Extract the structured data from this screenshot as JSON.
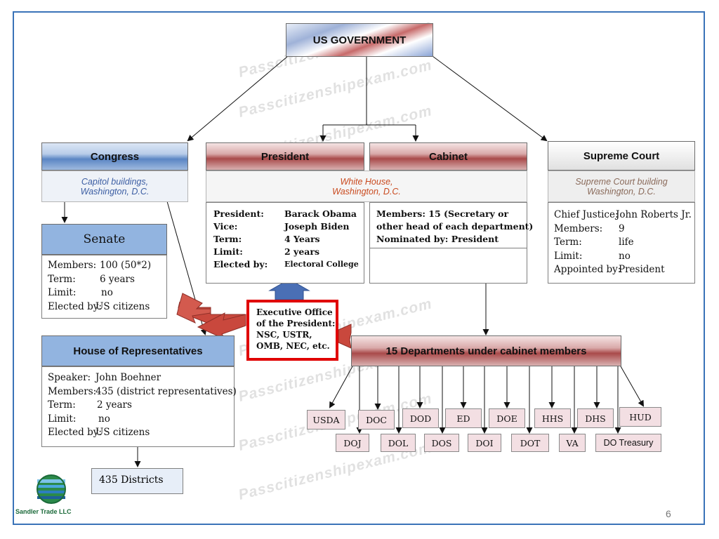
{
  "root": {
    "title": "US GOVERNMENT"
  },
  "congress": {
    "title": "Congress",
    "location_line1": "Capitol buildings,",
    "location_line2": "Washington, D.C."
  },
  "president": {
    "title": "President",
    "location_line1": "White House,",
    "location_line2": "Washington, D.C.",
    "rows": [
      {
        "label": "President:",
        "value": "Barack Obama"
      },
      {
        "label": "Vice:",
        "value": "Joseph Biden"
      },
      {
        "label": "Term:",
        "value": "4 Years"
      },
      {
        "label": "Limit:",
        "value": "2 years"
      },
      {
        "label": "Elected by:",
        "value": "Electoral College"
      }
    ]
  },
  "cabinet": {
    "title": "Cabinet",
    "lines": [
      "Members: 15 (Secretary or",
      "other head of each department)",
      "Nominated by: President"
    ]
  },
  "supreme_court": {
    "title": "Supreme Court",
    "location_line1": "Supreme Court building",
    "location_line2": "Washington, D.C.",
    "rows": [
      {
        "label": "Chief Justice:",
        "value": "John Roberts Jr."
      },
      {
        "label": "Members:",
        "value": "9"
      },
      {
        "label": "Term:",
        "value": "life"
      },
      {
        "label": "Limit:",
        "value": "no"
      },
      {
        "label": "Appointed by:",
        "value": "President"
      }
    ]
  },
  "senate": {
    "title": "Senate",
    "rows": [
      {
        "label": "Members:",
        "value": "100 (50*2)"
      },
      {
        "label": "Term:",
        "value": "6 years"
      },
      {
        "label": "Limit:",
        "value": "no"
      },
      {
        "label": "Elected by:",
        "value": "US citizens"
      }
    ]
  },
  "house": {
    "title": "House of Representatives",
    "rows": [
      {
        "label": "Speaker:",
        "value": "John Boehner"
      },
      {
        "label": "Members:",
        "value": "435 (district representatives)"
      },
      {
        "label": "Term:",
        "value": "2 years"
      },
      {
        "label": "Limit:",
        "value": "no"
      },
      {
        "label": "Elected by:",
        "value": "US citizens"
      }
    ]
  },
  "districts": {
    "label": "435 Districts"
  },
  "executive_office": {
    "lines": [
      "Executive Office",
      "of the President:",
      "NSC, USTR,",
      "OMB, NEC, etc."
    ]
  },
  "departments": {
    "title": "15 Departments under cabinet members",
    "top_row": [
      "USDA",
      "DOC",
      "DOD",
      "ED",
      "DOE",
      "HHS",
      "DHS",
      "HUD"
    ],
    "bottom_row": [
      "DOJ",
      "DOL",
      "DOS",
      "DOI",
      "DOT",
      "VA",
      "DO Treasury"
    ]
  },
  "watermark": "Passcitizenshipexam.com",
  "logo": {
    "name": "Sandler Trade LLC"
  },
  "page_number": "6",
  "colors": {
    "accent_blue": "#3a73b8",
    "eop_border": "#e00000",
    "arrow_red": "#c0392b",
    "arrow_blue": "#4a6fb5"
  }
}
